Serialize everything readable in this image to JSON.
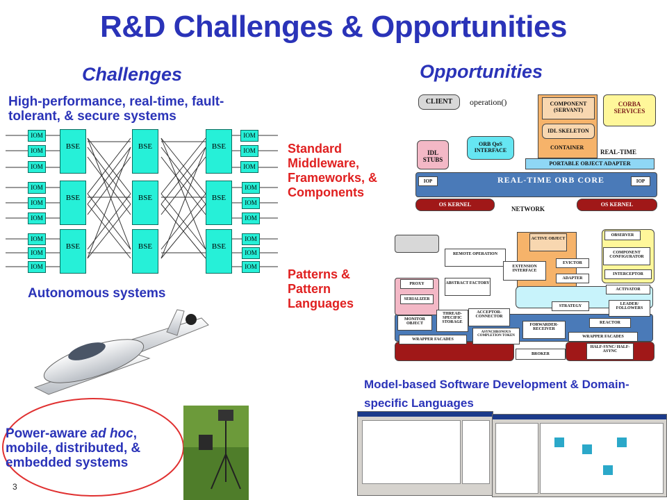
{
  "title": "R&D Challenges & Opportunities",
  "left": {
    "heading": "Challenges",
    "hp_label": "High-performance, real-time, fault-tolerant, & secure systems",
    "autonomous_label": "Autonomous systems",
    "power_label": "Power-aware ad hoc, mobile, distributed, & embedded systems",
    "bse_text": "BSE",
    "iom_text": "IOM"
  },
  "right": {
    "heading": "Opportunities",
    "standard_label": "Standard Middleware, Frameworks, & Components",
    "patterns_label": "Patterns & Pattern Languages",
    "model_label": "Model-based Software Development & Domain-specific Languages"
  },
  "corba": {
    "client": "CLIENT",
    "operation": "operation()",
    "component": "COMPONENT (SERVANT)",
    "idl_skeleton": "IDL SKELETON",
    "container": "CONTAINER",
    "corba_services": "CORBA SERVICES",
    "idl_stubs": "IDL STUBS",
    "orb_qos": "ORB QoS INTERFACE",
    "realtime": "REAL-TIME",
    "poa": "PORTABLE OBJECT ADAPTER",
    "orb_core": "REAL-TIME ORB CORE",
    "iop": "IOP",
    "os_kernel": "OS KERNEL",
    "network": "NETWORK"
  },
  "patterns": {
    "active_object": "ACTIVE OBJECT",
    "observer": "OBSERVER",
    "remote_operation": "REMOTE OPERATION",
    "component_configurator": "COMPONENT CONFIGURATOR",
    "extension_interface": "EXTENSION INTERFACE",
    "evictor": "EVICTOR",
    "interceptor": "INTERCEPTOR",
    "proxy": "PROXY",
    "adapter": "ADAPTER",
    "abstract_factory": "ABSTRACT FACTORY",
    "activator": "ACTIVATOR",
    "serializer": "SERIALIZER",
    "strategy": "STRATEGY",
    "leader_followers": "LEADER/ FOLLOWERS",
    "monitor_object": "MONITOR OBJECT",
    "tss": "THREAD-SPECIFIC STORAGE",
    "acceptor_connector": "ACCEPTOR-CONNECTOR",
    "reactor": "REACTOR",
    "act": "ASYNCHRONOUS COMPLETION TOKEN",
    "forwarder_receiver": "FORWARDER-RECEIVER",
    "wrapper_facades": "WRAPPER FACADES",
    "half_sync": "HALF-SYNC/ HALF-ASYNC",
    "broker": "BROKER"
  },
  "page_number": "3"
}
